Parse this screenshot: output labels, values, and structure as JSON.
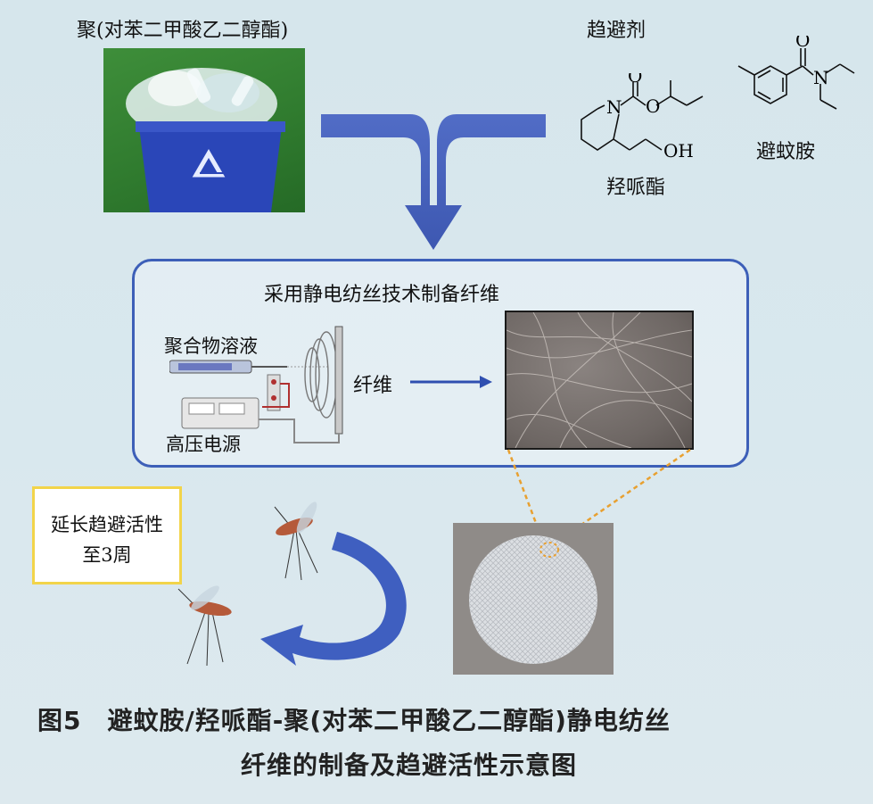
{
  "polymer": {
    "label": "聚(对苯二甲酸乙二醇酯)",
    "icon": "recycling-bin-with-bottles-icon"
  },
  "repellents": {
    "title": "趋避剂",
    "picaridin_label": "羟哌酯",
    "deet_label": "避蚊胺",
    "atoms": {
      "N": "N",
      "O": "O",
      "OH": "OH"
    }
  },
  "process": {
    "title": "采用静电纺丝技术制备纤维",
    "solution_label": "聚合物溶液",
    "power_label": "高压电源",
    "fiber_label": "纤维"
  },
  "effect": {
    "line1": "延长趋避活性",
    "line2": "至3周"
  },
  "caption": {
    "line1": "图5　避蚊胺/羟哌酯-聚(对苯二甲酸乙二醇酯)静电纺丝",
    "line2": "纤维的制备及趋避活性示意图"
  },
  "colors": {
    "arrow_blue": "#3a56b4",
    "frame_blue": "#3d5fb8",
    "highlight_yellow": "#f2d44a",
    "dash_orange": "#e8a030"
  }
}
